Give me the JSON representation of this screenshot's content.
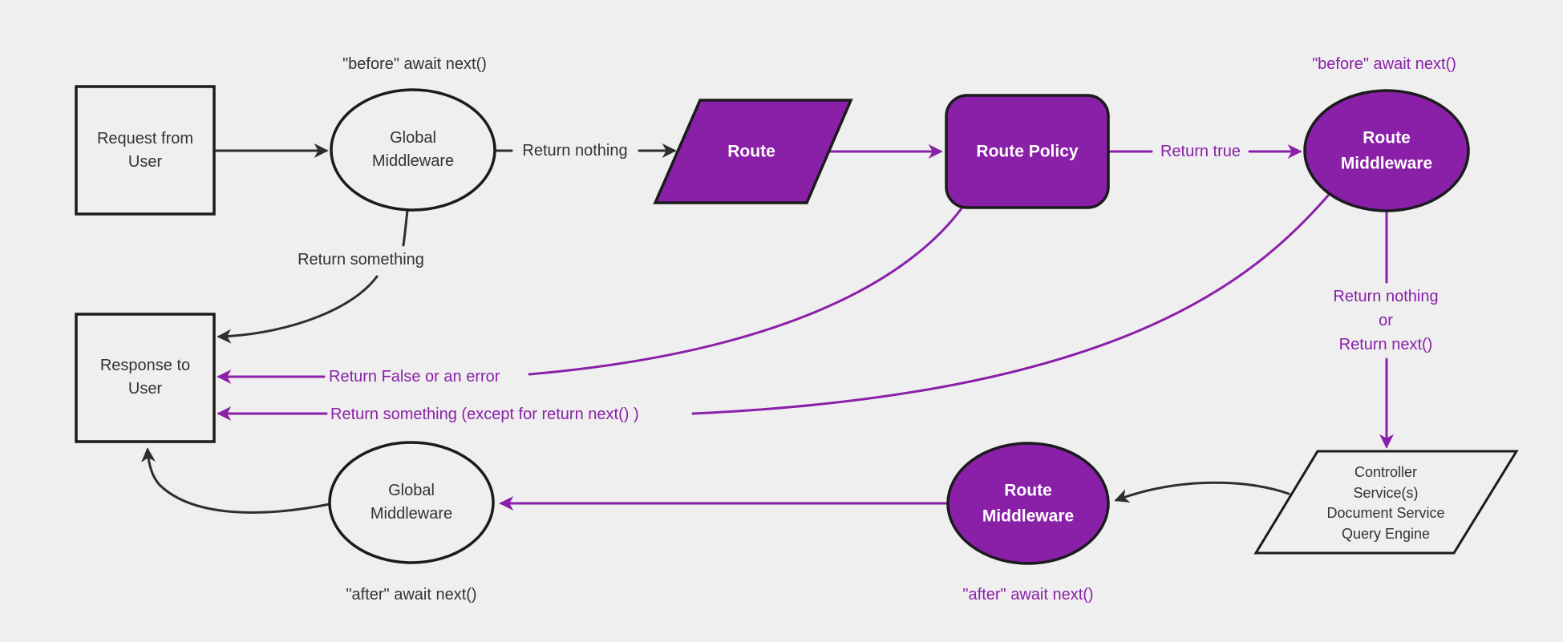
{
  "diagram_type": "flowchart",
  "colors": {
    "background": "#efefef",
    "purple": "#8a1fa8",
    "dark_stroke": "#2e2e31",
    "node_border": "#1b1b1d",
    "text_dark": "#333333",
    "text_on_purple": "#ffffff"
  },
  "nodes": {
    "request_from_user": {
      "label": "Request from\nUser",
      "shape": "rectangle"
    },
    "global_middleware_top": {
      "label": "Global\nMiddleware",
      "shape": "ellipse"
    },
    "route": {
      "label": "Route",
      "shape": "parallelogram"
    },
    "route_policy": {
      "label": "Route Policy",
      "shape": "rounded-rectangle"
    },
    "route_middleware_top": {
      "label": "Route\nMiddleware",
      "shape": "ellipse"
    },
    "controller_services": {
      "label": "Controller\nService(s)\nDocument Service\nQuery Engine",
      "shape": "parallelogram"
    },
    "route_middleware_bottom": {
      "label": "Route\nMiddleware",
      "shape": "ellipse"
    },
    "global_middleware_bottom": {
      "label": "Global\nMiddleware",
      "shape": "ellipse"
    },
    "response_to_user": {
      "label": "Response to\nUser",
      "shape": "rectangle"
    }
  },
  "edge_labels": {
    "before_await_global": "\"before\" await next()",
    "return_nothing": "Return nothing",
    "return_true": "Return true",
    "before_await_route": "\"before\" await next()",
    "return_something": "Return something",
    "return_nothing_or_next": "Return nothing\nor\nReturn next()",
    "return_false_or_error": "Return False or an error",
    "return_something_except": "Return something (except for return next() )",
    "after_await_route": "\"after\" await next()",
    "after_await_global": "\"after\" await next()"
  }
}
